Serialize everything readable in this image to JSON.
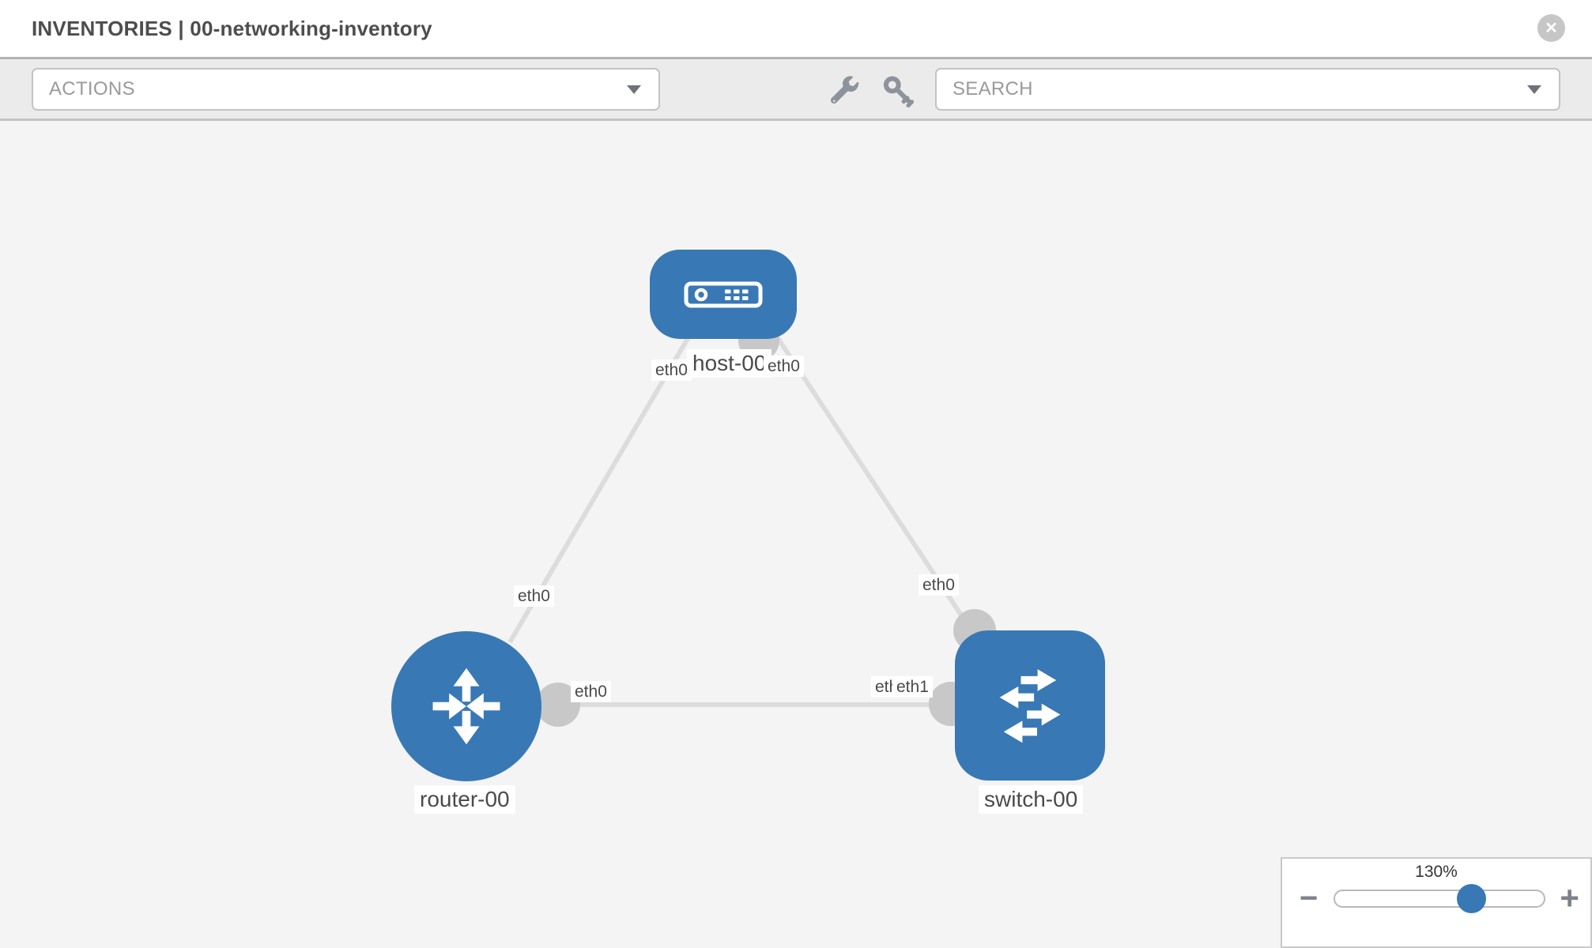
{
  "header": {
    "title": "INVENTORIES | 00-networking-inventory",
    "close_label": "✕"
  },
  "toolbar": {
    "actions_placeholder": "ACTIONS",
    "search_placeholder": "SEARCH",
    "icons": [
      "wrench-icon",
      "key-icon"
    ]
  },
  "topology": {
    "nodes": [
      {
        "id": "host-00",
        "type": "host",
        "label": "host-00"
      },
      {
        "id": "router-00",
        "type": "router",
        "label": "router-00"
      },
      {
        "id": "switch-00",
        "type": "switch",
        "label": "switch-00"
      }
    ],
    "links": [
      {
        "from": "host-00",
        "from_if": "eth0",
        "to": "router-00",
        "to_if": "eth0"
      },
      {
        "from": "host-00",
        "from_if": "eth0",
        "to": "switch-00",
        "to_if": "eth0"
      },
      {
        "from": "router-00",
        "from_if": "eth0",
        "to": "switch-00",
        "to_if": "eth1",
        "to_if_overlapped": "eth0"
      }
    ]
  },
  "zoom_control": {
    "level_label": "130%",
    "minus_label": "−",
    "plus_label": "+"
  },
  "colors": {
    "node_blue": "#3878b5",
    "link_gray": "#dcdcdc",
    "connector_gray": "#c8c8c8",
    "canvas_bg": "#f4f4f4",
    "toolbar_bg": "#ebebeb"
  }
}
